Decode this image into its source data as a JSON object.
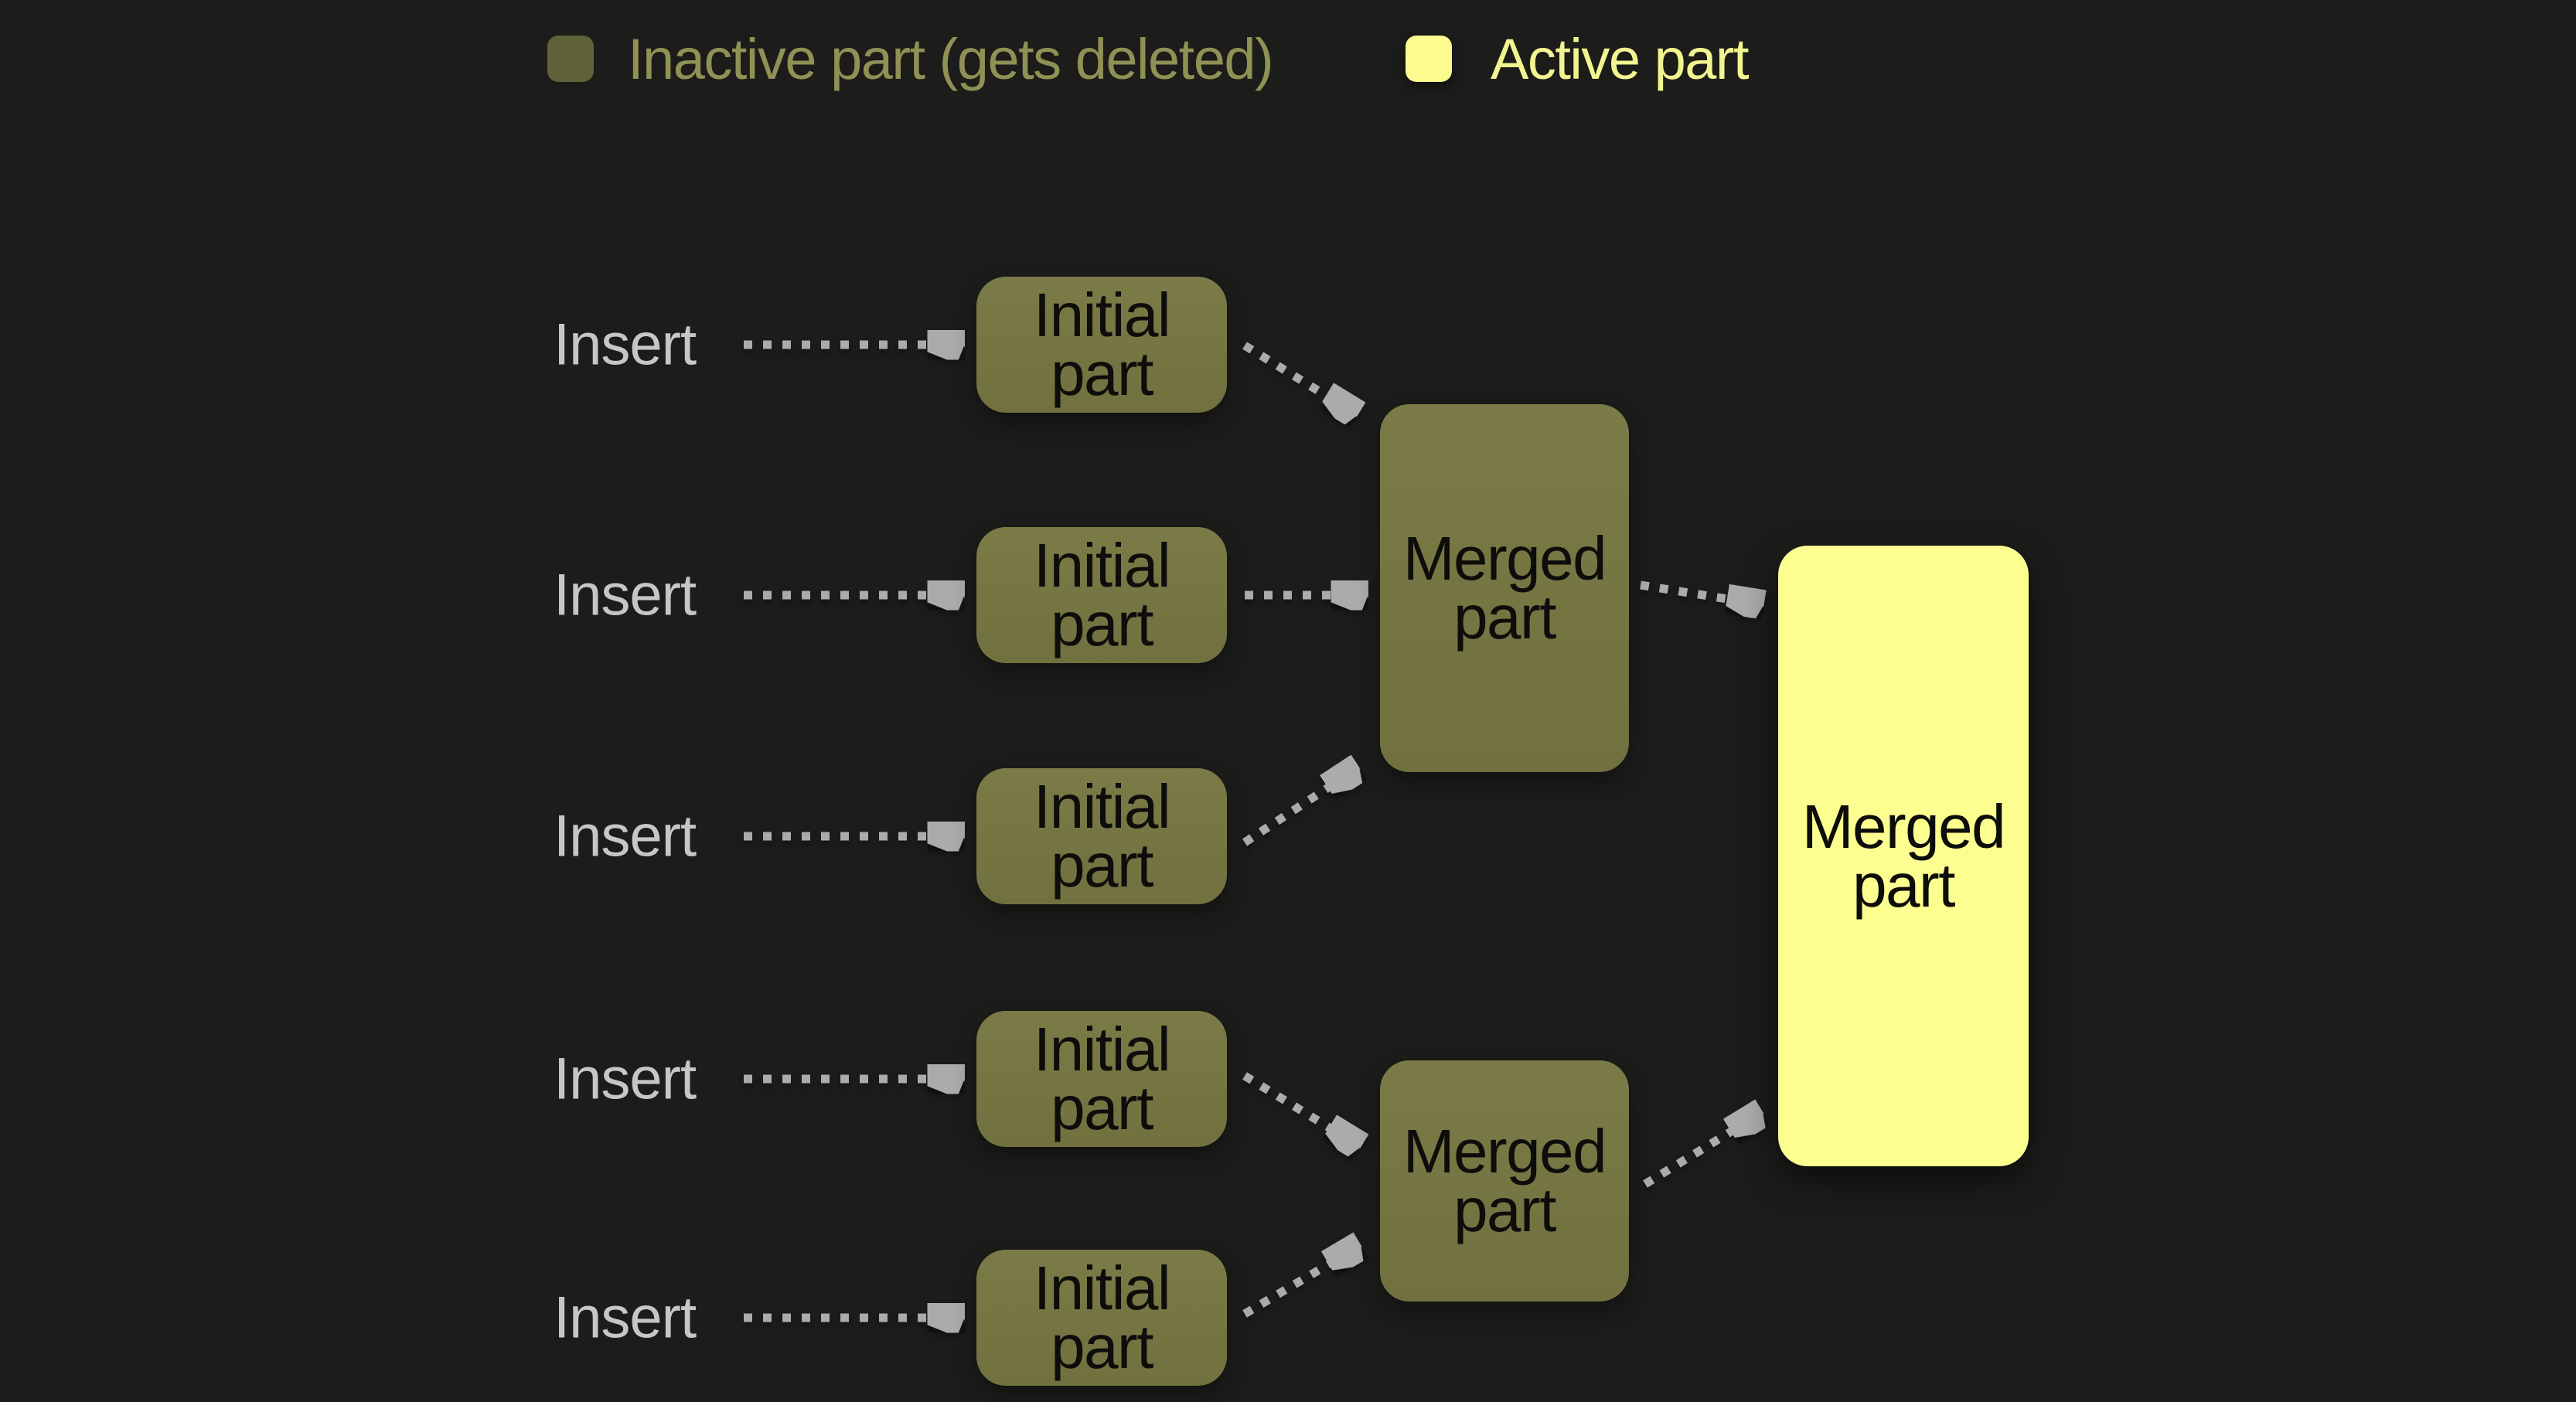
{
  "colors": {
    "background": "#1c1c1a",
    "inactive_part_fill": "#757542",
    "legend_inactive_swatch": "#5f6138",
    "active_part_fill": "#fdfe90",
    "inactive_legend_text": "#8f9155",
    "active_legend_text": "#f2f490",
    "insert_text": "#c6c6c6",
    "arrow_dash": "#ababab",
    "arrow_head": "#8e8e8e",
    "box_text": "#0d0d0b"
  },
  "legend": {
    "inactive_label": "Inactive part (gets deleted)",
    "active_label": "Active part"
  },
  "diagram": {
    "insert_label": "Insert",
    "initial_part": {
      "line1": "Initial",
      "line2": "part"
    },
    "merged_part": {
      "line1": "Merged",
      "line2": "part"
    }
  }
}
